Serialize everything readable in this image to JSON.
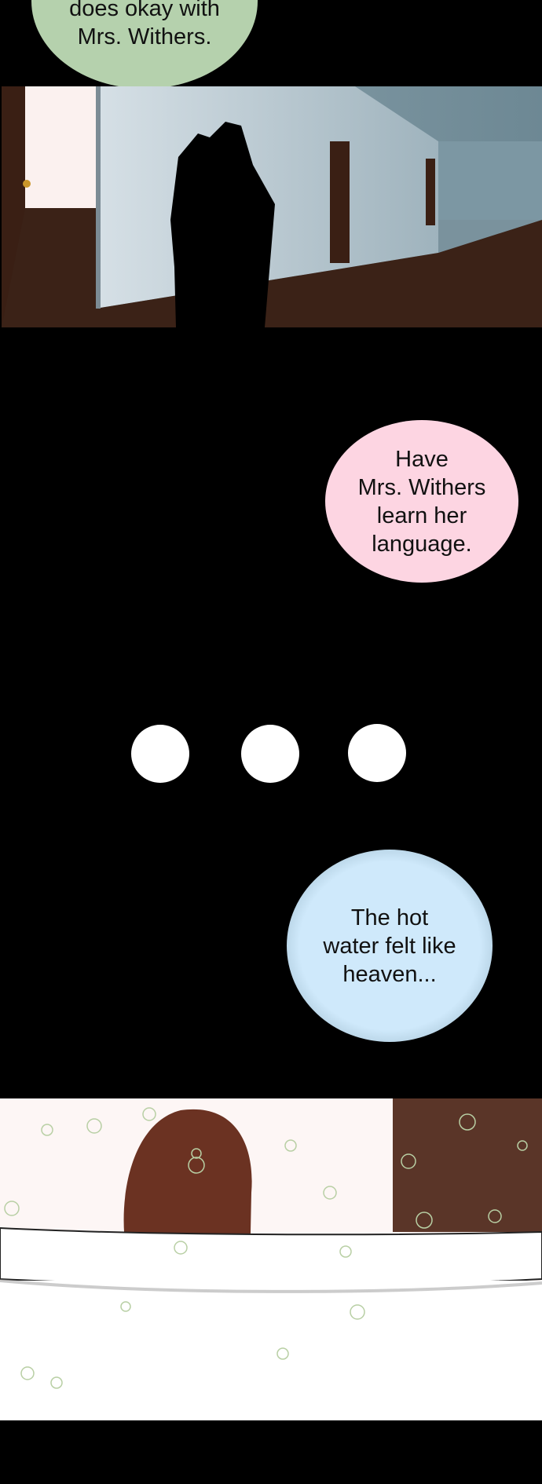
{
  "bubbles": {
    "top": "does okay with\nMrs. Withers.",
    "pink": "Have\nMrs. Withers\nlearn her\nlanguage.",
    "blue": "The hot\nwater felt like\nheaven..."
  },
  "colors": {
    "green_bubble": "#b5d1ad",
    "pink_bubble": "#fdd5e2",
    "blue_bubble": "#cfe9fb"
  }
}
